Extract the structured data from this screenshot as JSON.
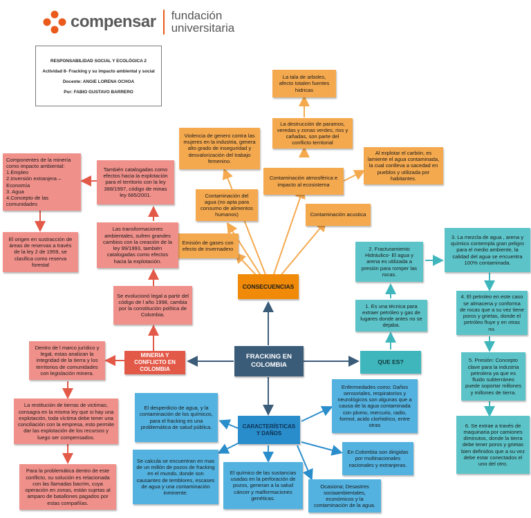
{
  "header": {
    "brand": "compensar",
    "foundation_line1": "fundación",
    "foundation_line2": "universitaria"
  },
  "info": {
    "line1": "RESPONSABILIDAD SOCIAL Y ECOLÓGICA 2",
    "line2": "Actividad 8- Fracking y su impacto ambiental y social",
    "line3": "Docente: ANGIE LORENA OCHOA",
    "line4": "Por: FABIO GUSTAVO BARRERO"
  },
  "colors": {
    "orange": "#f5a94f",
    "dark_orange": "#f08a08",
    "pink": "#f0908a",
    "red": "#e35948",
    "blue": "#53b2e0",
    "dark_blue": "#2a8dcb",
    "teal": "#5cc4c9",
    "navy": "#3b5c79"
  },
  "center": "FRACKING EN COLOMBIA",
  "consecuencias": {
    "title": "CONSECUENCIAS",
    "tala": "La tala de arboles, afecto totalen fuentes hidricas",
    "destruccion": "La destrucción de paramos, veredas y zonas verdes, rios y cañadas, son parte del conflicto territorial",
    "violencia": "Violencia de genero contra las mujeres en la industria, genera alto grado de inseguridad y desvalorización del trabajo femenino.",
    "carbon": "Al explotar el carbón, es lamiente el agua contaminada, la cual conlleva a sacedad en pueblos y utilizada por habitantes.",
    "agua": "Contaminación del agua (no apta para consumo de alimentos humanos)",
    "atmosferica": "Contaminación atmosférica e impacto al ecosistema",
    "acustica": "Contaminación acustica",
    "gases": "Emisión de gases con efecto de invernadero"
  },
  "mineria": {
    "title": "MINERIA Y CONFLICTO EN COLOMBIA",
    "componentes": "Componentes de la minería como impacto ambiental:\n1.Empleo\n2.Inversión extranjera – Economía\n3. Agua\n4.Concepto de las comunidades",
    "catalogadas": "También catalogadas como efectos hacia la explotación para el territorio con la ley 388/1997, código de minas ley 685/2001.",
    "origen": "El origen en sustracción de áreas de reservas a través de la ley 2 de 1959, se clasifica como reserva forestal",
    "transformaciones": "Las transformaciones ambientales, sufren grandes cambios con la creación de la ley 99/1993, también catalogadas como efectos hacia la explotación.",
    "evoluciono": "Se evolucionó legal a partir del código de l año 1998, cambia por la constitución política de Colombia.",
    "marco": "Dentro de l marco jurídico y legal, estas analizan la integridad de la tierra y los territorios de comunidades con legislación minera.",
    "restitucion": "La restitución de tierras de victimas, consagra en la misma ley que si hay una explotación, toda víctima debe tener una conciliación con la empresa, esto permite dar las explotación de los recursos y luego ser compensados.",
    "problematica": "Para la problemática dentro de este conflicto, su solución es relacionada con las llamadas bacrim, cuya operación en zonas, están sujetas al amparo de batallones pagados por estas compañías."
  },
  "que_es": {
    "title": "QUE ES?",
    "p1": "1. Es una técnica para extraer petróleo y gas de lugares donde antes no se dejaba.",
    "p2": "2. Fracturamiento Hidráulico- El agua y arena es utilizada a presión para romper las rocas.",
    "p3": "3. La mezcla de agua , arena y químico contempla gran peligro para el medio ambiente, la calidad del agua se encuentra 100% contaminada.",
    "p4": "4. El petroleo en este caso se almacena y conforma de rocas que a su vez tiene poros y grietas, donde el petróleo fluye y en otras no.",
    "p5": "5. Presión: Concepto clave para la industria petrolera ya que es fluido subterráneo puede soportar millones y millones de tierra.",
    "p6": "6. Se extrae a través de maquinaria por camiones diminutos, donde la tierra debe tener poros y grietas bien definidos que a su vez debe estar conectados el uno del otro."
  },
  "caracteristicas": {
    "title": "CARACTERÍSTICAS Y DAÑOS",
    "desperdicio": "El desperdicio de agua, y la contaminación de los químicos, para el fracking es una problemática de salud pública.",
    "enfermedades": "Enfermedades como: Daños sensoriales, respiratorios y neurológicos son algunas que a causa de la agua contaminada con plomo, mercurio, radio, formol, acido clorhidrico, entre otras",
    "calcula": "Se calcula se encuentran en mas de un millón de pozos de fracking en el mundo, donde son causantes de temblores, escases de agua y una contaminación inminente.",
    "quimico": "El químico de las sustancias usadas en la perforación de pozos, generan a la salud cáncer y malformaciones genéticas.",
    "colombia": "En Colombia son dirigidas por multinacionales nacionales y extranjeras.",
    "ocasiona": "Ocasiona; Desastres sociaambientales, económicos y la contaminación de la agua."
  }
}
